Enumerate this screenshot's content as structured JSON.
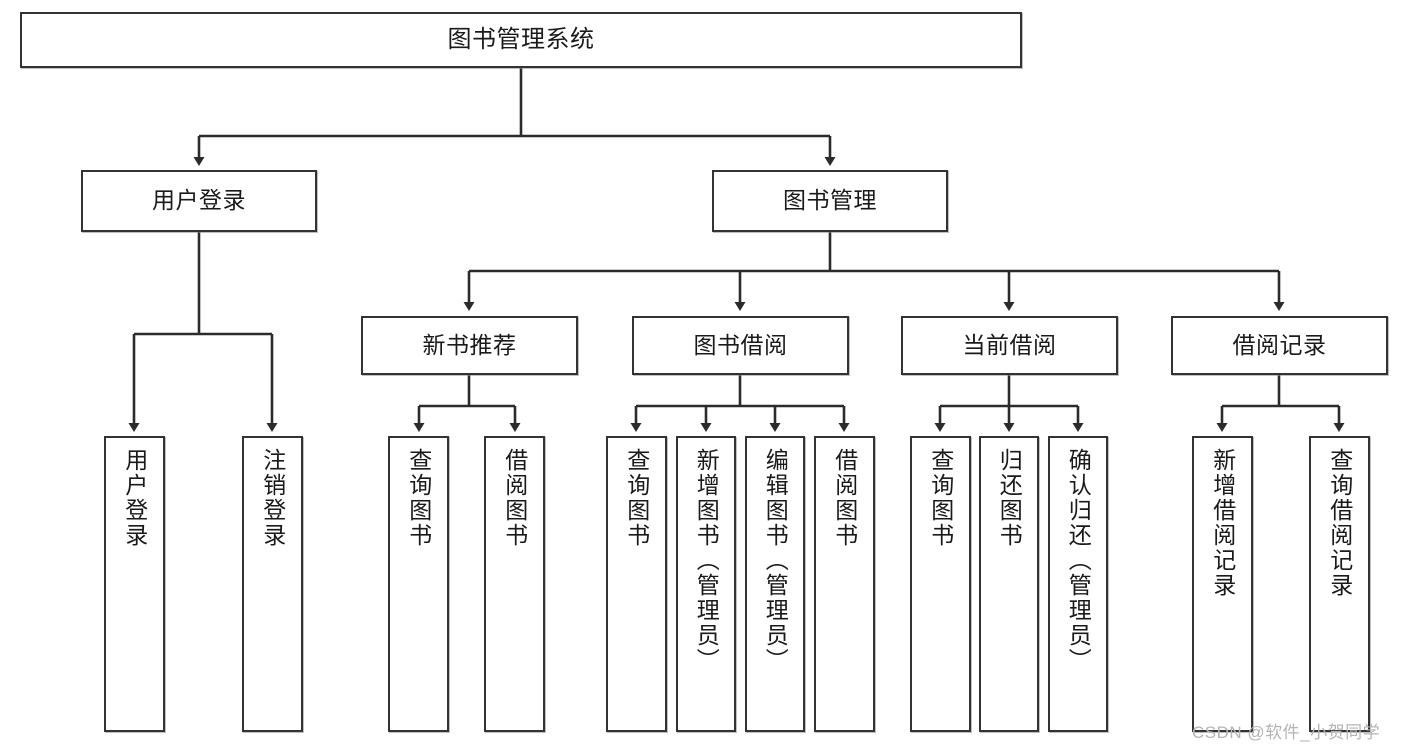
{
  "diagram": {
    "title": "图书管理系统",
    "type": "tree-hierarchy",
    "nodes": {
      "root": {
        "label": "图书管理系统"
      },
      "level2": [
        {
          "id": "user-login",
          "label": "用户登录"
        },
        {
          "id": "book-manage",
          "label": "图书管理"
        }
      ],
      "level3": [
        {
          "id": "new-book-recommend",
          "label": "新书推荐"
        },
        {
          "id": "book-borrow",
          "label": "图书借阅"
        },
        {
          "id": "current-borrow",
          "label": "当前借阅"
        },
        {
          "id": "borrow-record",
          "label": "借阅记录"
        }
      ],
      "leaves": {
        "user-login": [
          {
            "id": "leaf-user-login",
            "label": "用户登录"
          },
          {
            "id": "leaf-user-logout",
            "label": "注销登录"
          }
        ],
        "new-book-recommend": [
          {
            "id": "leaf-query-book-1",
            "label": "查询图书"
          },
          {
            "id": "leaf-borrow-book-1",
            "label": "借阅图书"
          }
        ],
        "book-borrow": [
          {
            "id": "leaf-query-book-2",
            "label": "查询图书"
          },
          {
            "id": "leaf-add-book",
            "label": "新增图书（管理员）"
          },
          {
            "id": "leaf-edit-book",
            "label": "编辑图书（管理员）"
          },
          {
            "id": "leaf-borrow-book-2",
            "label": "借阅图书"
          }
        ],
        "current-borrow": [
          {
            "id": "leaf-query-book-3",
            "label": "查询图书"
          },
          {
            "id": "leaf-return-book",
            "label": "归还图书"
          },
          {
            "id": "leaf-confirm-return",
            "label": "确认归还（管理员）"
          }
        ],
        "borrow-record": [
          {
            "id": "leaf-add-record",
            "label": "新增借阅记录"
          },
          {
            "id": "leaf-query-record",
            "label": "查询借阅记录"
          }
        ]
      }
    },
    "colors": {
      "box_border": "#333333",
      "box_fill": "#ffffff",
      "connector": "#2b2b2b",
      "text": "#1a1a1a",
      "watermark": "#b4b4b4"
    }
  },
  "watermark": {
    "text": "CSDN @软件_小贺同学"
  }
}
